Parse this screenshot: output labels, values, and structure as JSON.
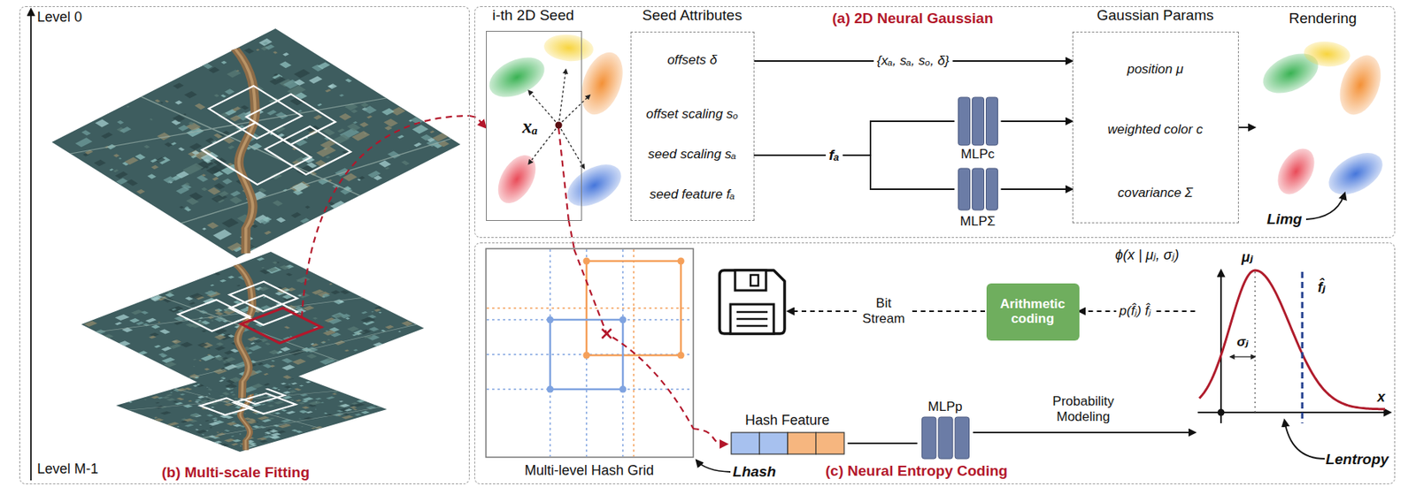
{
  "diagram": {
    "nodes": [
      {
        "text": [
          "(b) Multi-scale Fitting"
        ]
      },
      {
        "text": [
          "(a) 2D Neural Gaussian"
        ]
      },
      {
        "text": [
          "i-th 2D Seed",
          "xₐ"
        ],
        "in": 1
      },
      {
        "text": [
          "Seed Attributes",
          "offsets δ",
          "offset scaling sₒ",
          "seed scaling sₐ",
          "seed feature fₐ"
        ],
        "in": 1
      },
      {
        "text": [
          "MLPc"
        ],
        "in": 1
      },
      {
        "text": [
          "MLPΣ"
        ],
        "in": 1
      },
      {
        "text": [
          "Gaussian Params",
          "position μ",
          "weighted color c",
          "covariance Σ"
        ],
        "in": 1
      },
      {
        "text": [
          "Rendering"
        ],
        "in": 1
      },
      {
        "text": [
          "(c) Neural Entropy Coding"
        ]
      },
      {
        "text": [
          "Multi-level Hash Grid"
        ],
        "in": 8
      },
      {
        "text": [
          "Hash Feature"
        ],
        "in": 8
      },
      {
        "text": [
          "MLPp"
        ],
        "in": 8
      },
      {
        "text": [
          "Arithmetic coding"
        ],
        "in": 8
      },
      {
        "text": [
          "ϕ(x | μⱼ, σⱼ)"
        ],
        "in": 8
      }
    ],
    "edges": [
      {
        "from": 0,
        "to": 2,
        "arrow": "to"
      },
      {
        "from": 3,
        "to": 6,
        "label": "{xₐ, sₐ, sₒ, δ}",
        "arrow": "to"
      },
      {
        "from": 3,
        "to": 4,
        "label": "fₐ",
        "arrow": "none"
      },
      {
        "from": 3,
        "to": 5,
        "arrow": "none"
      },
      {
        "from": 4,
        "to": 6,
        "arrow": "to"
      },
      {
        "from": 5,
        "to": 6,
        "arrow": "to"
      },
      {
        "from": 6,
        "to": 7,
        "arrow": "to"
      },
      {
        "from": 2,
        "to": 9,
        "arrow": "none"
      },
      {
        "from": 9,
        "to": 10,
        "arrow": "to"
      },
      {
        "from": 10,
        "to": 11,
        "arrow": "none"
      },
      {
        "from": 11,
        "to": 13,
        "label": "Probability Modeling",
        "arrow": "to"
      },
      {
        "from": 13,
        "to": 12,
        "label": "p(f̂ⱼ) f̂ⱼ",
        "arrow": "to"
      }
    ],
    "labels": [
      "Level 0",
      "Level M-1",
      "Limg",
      "Lhash",
      "Bit Stream",
      "μⱼ",
      "f̂ⱼ",
      "σⱼ",
      "x",
      "Lentropy"
    ]
  }
}
